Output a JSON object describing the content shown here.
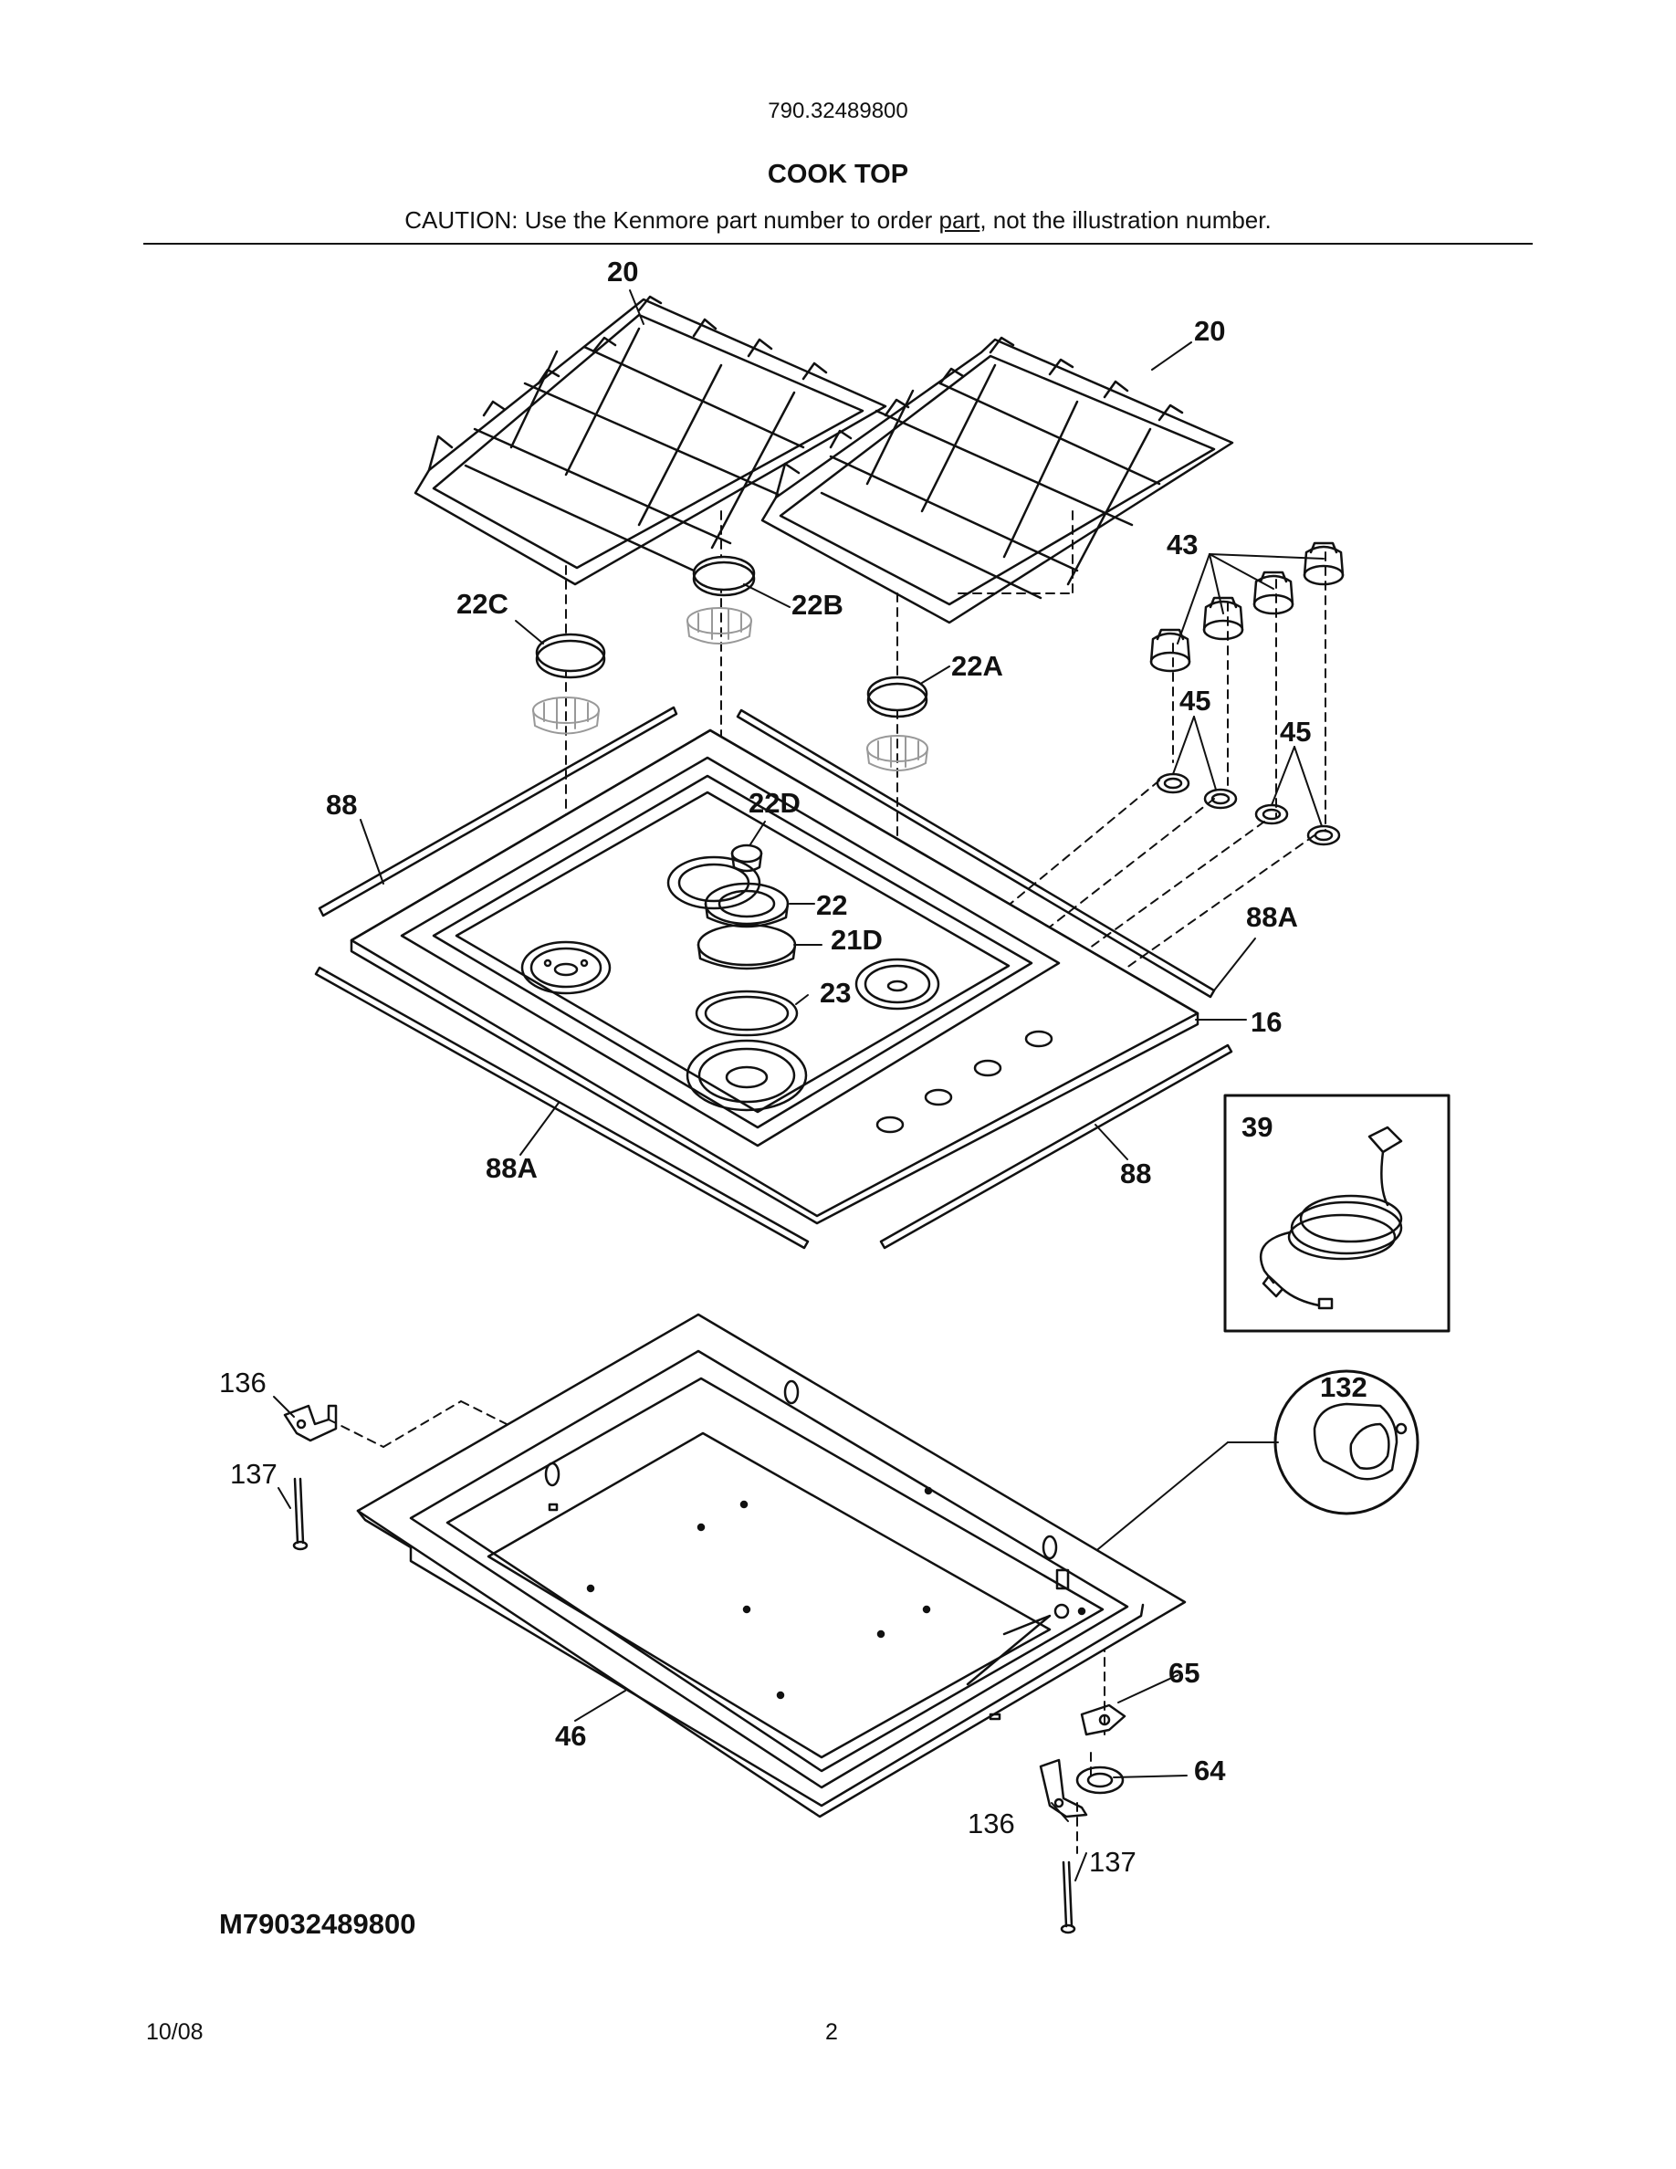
{
  "header": {
    "model_number": "790.32489800",
    "title": "COOK TOP",
    "caution_prefix": "CAUTION: Use the Kenmore part number to order ",
    "caution_underlined": "part",
    "caution_suffix": ", not the illustration number."
  },
  "callouts": {
    "grate_left": "20",
    "grate_right": "20",
    "cap_22c": "22C",
    "cap_22b": "22B",
    "cap_22a": "22A",
    "cap_22d": "22D",
    "knobs": "43",
    "bezel_left": "45",
    "bezel_right": "45",
    "trim_88_left": "88",
    "trim_88_right": "88",
    "trim_88a_left": "88A",
    "trim_88a_right": "88A",
    "burner_22": "22",
    "burner_21d": "21D",
    "burner_23": "23",
    "cooktop_16": "16",
    "power_cord_39": "39",
    "connector_132": "132",
    "bracket_136_left": "136",
    "screw_137_left": "137",
    "bracket_136_right": "136",
    "screw_137_right": "137",
    "pan_46": "46",
    "plate_65": "65",
    "gasket_64": "64"
  },
  "diagram_code": "M79032489800",
  "footer": {
    "date": "10/08",
    "page": "2"
  }
}
